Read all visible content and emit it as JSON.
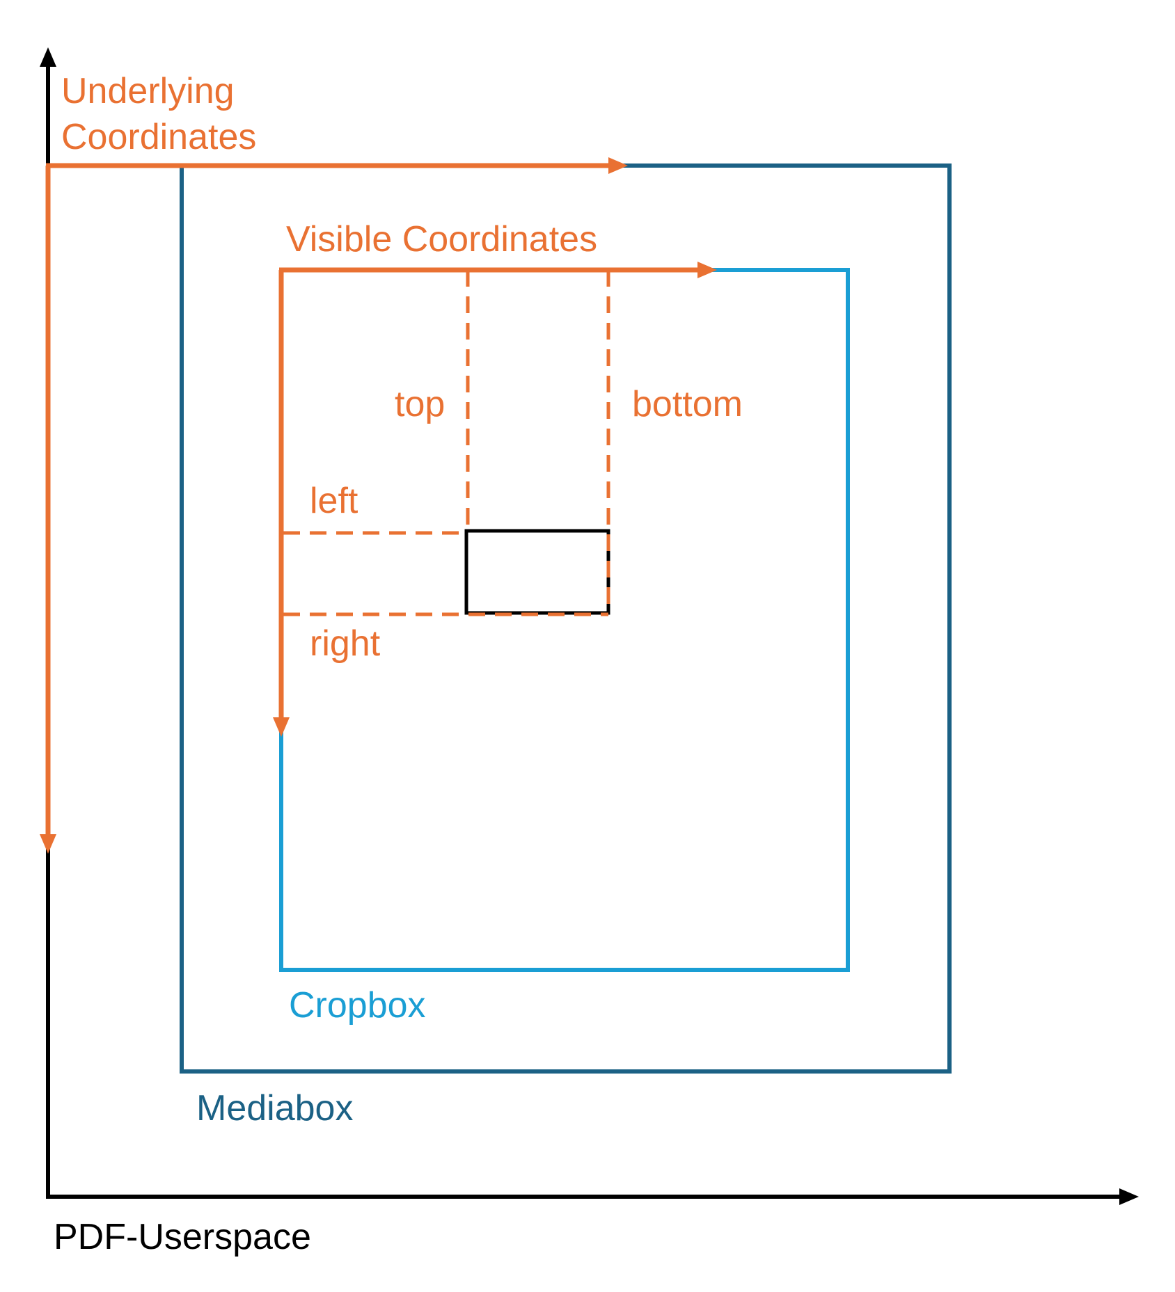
{
  "labels": {
    "underlying_line1": "Underlying",
    "underlying_line2": "Coordinates",
    "visible": "Visible Coordinates",
    "top": "top",
    "bottom": "bottom",
    "left": "left",
    "right": "right",
    "cropbox": "Cropbox",
    "mediabox": "Mediabox",
    "userspace": "PDF-Userspace"
  },
  "colors": {
    "coordinates": "#E97132",
    "mediabox": "#1B6185",
    "cropbox": "#1A9ED4",
    "axes": "#000000",
    "target_box": "#000000"
  }
}
